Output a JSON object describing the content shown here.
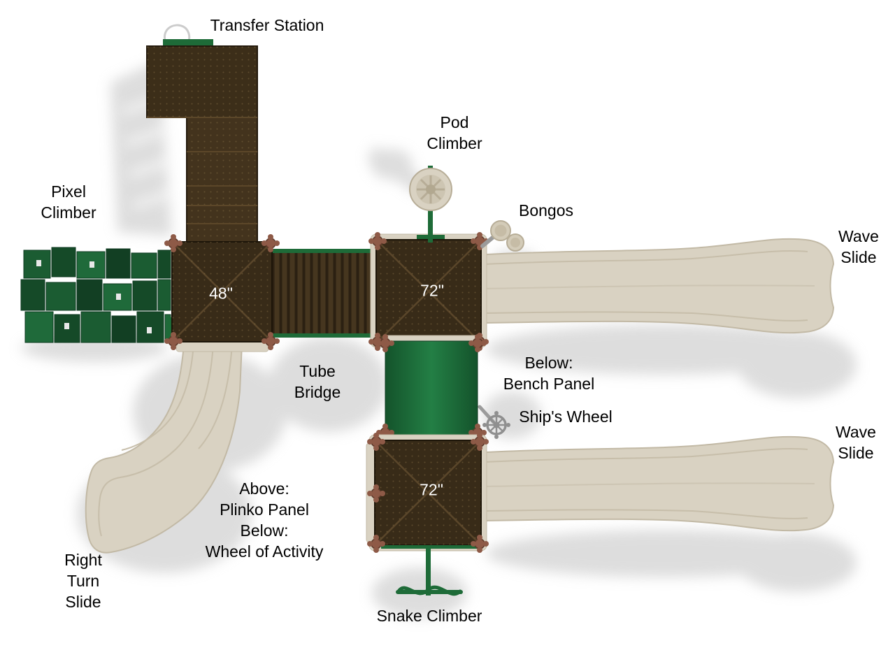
{
  "diagram": {
    "title": "Playground structure top view",
    "labels": {
      "transfer_station": "Transfer Station",
      "pod_climber": "Pod\nClimber",
      "pixel_climber": "Pixel\nClimber",
      "bongos": "Bongos",
      "wave_slide_top": "Wave\nSlide",
      "tube_bridge": "Tube\nBridge",
      "bench_panel": "Below:\nBench Panel",
      "ships_wheel": "Ship's Wheel",
      "wave_slide_bottom": "Wave\nSlide",
      "plinko_wheel": "Above:\nPlinko Panel\nBelow:\nWheel of Activity",
      "right_turn_slide": "Right\nTurn\nSlide",
      "snake_climber": "Snake Climber",
      "deck_48": "48\"",
      "deck_72_top": "72\"",
      "deck_72_bottom": "72\""
    },
    "colors": {
      "deck_brown": "#382b18",
      "panel_brown": "#43331d",
      "roof_green": "#1e6b38",
      "slide_beige": "#d9d2c2",
      "clamp_rust": "#8e5a47",
      "shadow_gray": "#c2c2c2",
      "background": "#ffffff",
      "label_text": "#000000",
      "deck_label_text": "#ffffff"
    }
  }
}
